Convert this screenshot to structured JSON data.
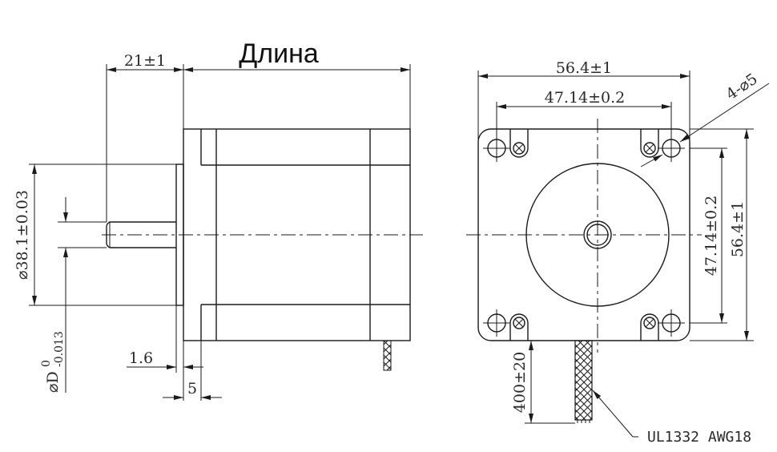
{
  "drawing": {
    "title": "Длина",
    "colors": {
      "line": "#1a1a1a",
      "text": "#2a2a2a",
      "background": "#ffffff"
    }
  },
  "side_view": {
    "dimensions": {
      "shaft_length": "21±1",
      "body_length": "Длина",
      "pilot_diameter": "⌀38.1±0.03",
      "shaft_diameter_symbol": "⌀D",
      "shaft_diameter_upper_tol": "0",
      "shaft_diameter_lower_tol": "-0.013",
      "pilot_height": "1.6",
      "flange_thickness": "5"
    }
  },
  "front_view": {
    "dimensions": {
      "flange_width": "56.4±1",
      "hole_spacing_horizontal": "47.14±0.2",
      "hole_spacing_vertical": "47.14±0.2",
      "flange_height": "56.4±1",
      "mounting_holes": "4-⌀5",
      "lead_length": "400±20"
    },
    "cable_label": "UL1332 AWG18"
  }
}
